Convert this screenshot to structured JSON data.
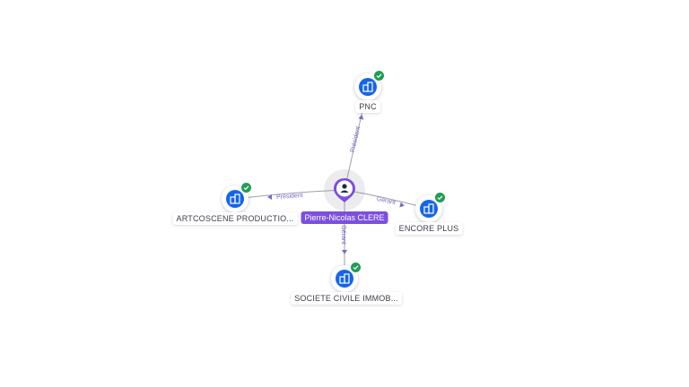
{
  "center": {
    "name": "Pierre-Nicolas CLERE",
    "icon": "person-icon",
    "color": "#7b4fe0"
  },
  "companies": [
    {
      "name": "PNC",
      "role": "Président",
      "icon": "company-icon",
      "verified": true
    },
    {
      "name": "ARTCOSCENE PRODUCTIO...",
      "role": "Président",
      "icon": "company-icon",
      "verified": true
    },
    {
      "name": "ENCORE PLUS",
      "role": "Gérant",
      "icon": "company-icon",
      "verified": true
    },
    {
      "name": "SOCIETE CIVILE IMMOB...",
      "role": "Gérant",
      "icon": "company-icon",
      "verified": true
    }
  ],
  "colors": {
    "company": "#1565e8",
    "verified": "#1f9d55",
    "edge_label": "#7b68c8"
  }
}
